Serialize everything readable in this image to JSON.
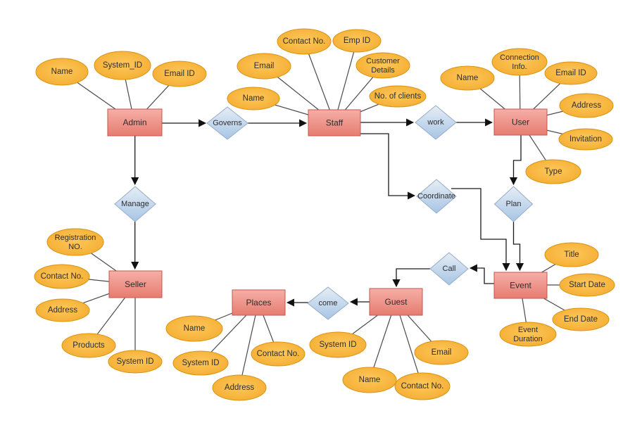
{
  "diagram_type": "entity-relationship-diagram",
  "colors": {
    "entity_fill_top": "#f6afa7",
    "entity_fill_bottom": "#e67c70",
    "entity_border": "#c3574d",
    "attribute_fill_center": "#fdc75a",
    "attribute_fill_edge": "#f3a82a",
    "attribute_border": "#d9920e",
    "relationship_fill_top": "#e3ebf5",
    "relationship_fill_bottom": "#a7c5e4",
    "relationship_border": "#97abc7",
    "connector": "#1a1a1a",
    "background": "#ffffff"
  },
  "entities": {
    "admin": {
      "label": "Admin",
      "attributes": {
        "name": {
          "label": "Name"
        },
        "system_id": {
          "label": "System_ID"
        },
        "email_id": {
          "label": "Email ID"
        }
      }
    },
    "staff": {
      "label": "Staff",
      "attributes": {
        "email": {
          "label": "Email"
        },
        "name": {
          "label": "Name"
        },
        "contact_no": {
          "label": "Contact No."
        },
        "emp_id": {
          "label": "Emp ID"
        },
        "customer_details": {
          "line1": "Customer",
          "line2": "Details"
        },
        "no_of_clients": {
          "label": "No. of clients"
        }
      }
    },
    "user": {
      "label": "User",
      "attributes": {
        "name": {
          "label": "Name"
        },
        "connection_info": {
          "line1": "Connection",
          "line2": "Info."
        },
        "email_id": {
          "label": "Email ID"
        },
        "address": {
          "label": "Address"
        },
        "invitation": {
          "label": "Invitation"
        },
        "type": {
          "label": "Type"
        }
      }
    },
    "seller": {
      "label": "Seller",
      "attributes": {
        "registration_no": {
          "line1": "Registration",
          "line2": "NO."
        },
        "contact_no": {
          "label": "Contact No."
        },
        "address": {
          "label": "Address"
        },
        "products": {
          "label": "Products"
        },
        "system_id": {
          "label": "System ID"
        }
      }
    },
    "places": {
      "label": "Places",
      "attributes": {
        "name": {
          "label": "Name"
        },
        "system_id": {
          "label": "System ID"
        },
        "address": {
          "label": "Address"
        },
        "contact_no": {
          "label": "Contact No."
        }
      }
    },
    "guest": {
      "label": "Guest",
      "attributes": {
        "system_id": {
          "label": "System ID"
        },
        "name": {
          "label": "Name"
        },
        "contact_no": {
          "label": "Contact No."
        },
        "email": {
          "label": "Email"
        }
      }
    },
    "event": {
      "label": "Event",
      "attributes": {
        "title": {
          "label": "Title"
        },
        "start_date": {
          "label": "Start Date"
        },
        "end_date": {
          "label": "End Date"
        },
        "event_duration": {
          "line1": "Event",
          "line2": "Duration"
        }
      }
    }
  },
  "relationships": {
    "governs": {
      "label": "Governs"
    },
    "work": {
      "label": "work"
    },
    "manage": {
      "label": "Manage"
    },
    "coordinate": {
      "label": "Coordinate"
    },
    "plan": {
      "label": "Plan"
    },
    "call": {
      "label": "Call"
    },
    "come": {
      "label": "come"
    }
  },
  "connections": [
    {
      "from": "Admin",
      "relationship": "Governs",
      "to": "Staff"
    },
    {
      "from": "Staff",
      "relationship": "work",
      "to": "User"
    },
    {
      "from": "Admin",
      "relationship": "Manage",
      "to": "Seller"
    },
    {
      "from": "Staff",
      "relationship": "Coordinate",
      "to": "Event"
    },
    {
      "from": "User",
      "relationship": "Plan",
      "to": "Event"
    },
    {
      "from": "Event",
      "relationship": "Call",
      "to": "Guest"
    },
    {
      "from": "Guest",
      "relationship": "come",
      "to": "Places"
    }
  ]
}
